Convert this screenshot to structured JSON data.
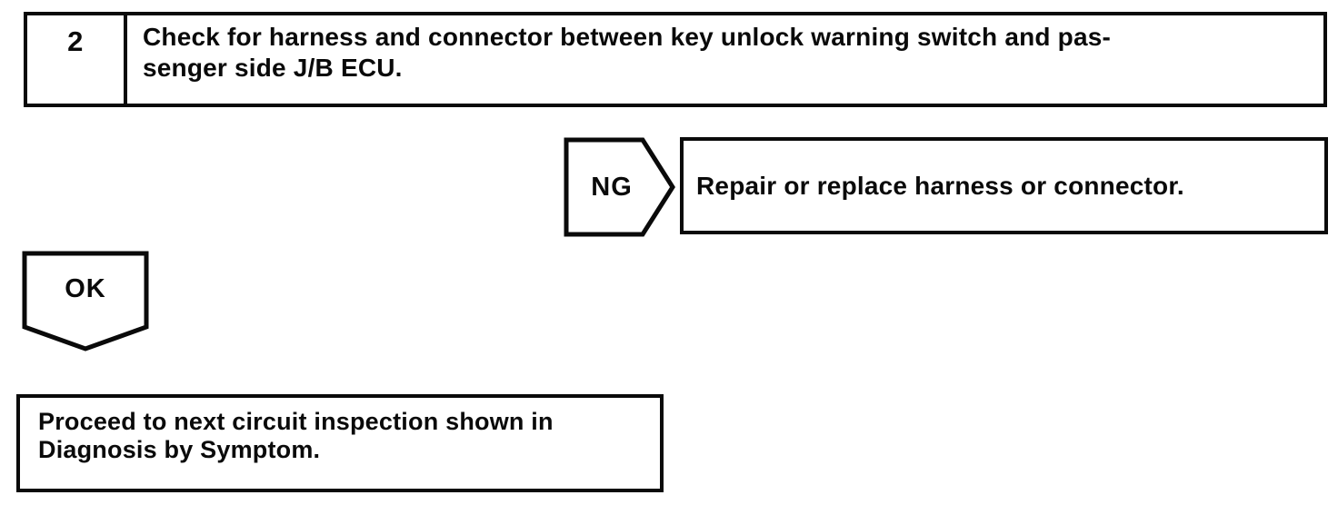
{
  "page": {
    "background_color": "#ffffff",
    "line_color": "#0a0a0a",
    "text_color": "#0a0a0a"
  },
  "step_box": {
    "number": "2",
    "instruction_lines": [
      "Check for harness and connector between key unlock warning switch and pas-",
      "senger side J/B ECU."
    ]
  },
  "ng_branch": {
    "connector_label": "NG",
    "action": "Repair or replace harness or connector."
  },
  "ok_branch": {
    "connector_label": "OK",
    "action_lines": [
      "Proceed to next circuit inspection shown in",
      "Diagnosis by Symptom."
    ]
  }
}
